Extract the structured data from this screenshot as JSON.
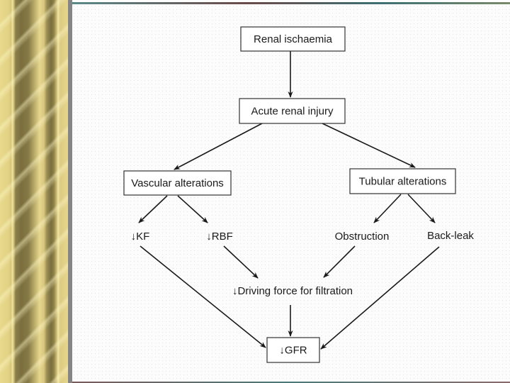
{
  "slide": {
    "accent_colors": {
      "border_gold": "#e2d284",
      "border_dark": "#7a6e3e",
      "separator_gray": "#858585",
      "line_color": "#1a1a1a"
    }
  },
  "diagram": {
    "type": "flowchart",
    "nodes": [
      {
        "id": "renal-ischaemia",
        "label": "Renal ischaemia",
        "boxed": true
      },
      {
        "id": "acute-renal-injury",
        "label": "Acute renal injury",
        "boxed": true
      },
      {
        "id": "vascular-alterations",
        "label": "Vascular alterations",
        "boxed": true
      },
      {
        "id": "tubular-alterations",
        "label": "Tubular alterations",
        "boxed": true
      },
      {
        "id": "decreased-kf",
        "label": "↓KF",
        "boxed": false
      },
      {
        "id": "decreased-rbf",
        "label": "↓RBF",
        "boxed": false
      },
      {
        "id": "obstruction",
        "label": "Obstruction",
        "boxed": false
      },
      {
        "id": "back-leak",
        "label": "Back-leak",
        "boxed": false
      },
      {
        "id": "decreased-driving-force",
        "label": "↓Driving force for filtration",
        "boxed": false
      },
      {
        "id": "decreased-gfr",
        "label": "↓GFR",
        "boxed": true
      }
    ],
    "edges": [
      {
        "from": "renal-ischaemia",
        "to": "acute-renal-injury"
      },
      {
        "from": "acute-renal-injury",
        "to": "vascular-alterations"
      },
      {
        "from": "acute-renal-injury",
        "to": "tubular-alterations"
      },
      {
        "from": "vascular-alterations",
        "to": "decreased-kf"
      },
      {
        "from": "vascular-alterations",
        "to": "decreased-rbf"
      },
      {
        "from": "tubular-alterations",
        "to": "obstruction"
      },
      {
        "from": "tubular-alterations",
        "to": "back-leak"
      },
      {
        "from": "decreased-rbf",
        "to": "decreased-driving-force"
      },
      {
        "from": "obstruction",
        "to": "decreased-driving-force"
      },
      {
        "from": "decreased-driving-force",
        "to": "decreased-gfr"
      },
      {
        "from": "decreased-kf",
        "to": "decreased-gfr"
      },
      {
        "from": "back-leak",
        "to": "decreased-gfr"
      }
    ]
  }
}
